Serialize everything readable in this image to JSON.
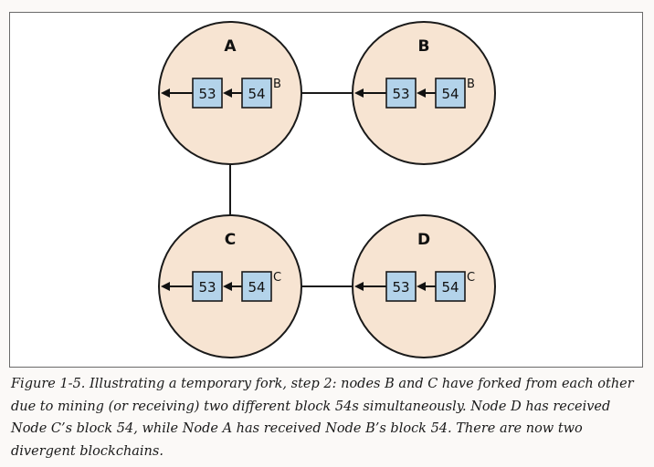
{
  "nodes": [
    {
      "id": "A",
      "name": "A",
      "blocks": [
        "53",
        "54"
      ],
      "tip_label": "B"
    },
    {
      "id": "B",
      "name": "B",
      "blocks": [
        "53",
        "54"
      ],
      "tip_label": "B"
    },
    {
      "id": "C",
      "name": "C",
      "blocks": [
        "53",
        "54"
      ],
      "tip_label": "C"
    },
    {
      "id": "D",
      "name": "D",
      "blocks": [
        "53",
        "54"
      ],
      "tip_label": "C"
    }
  ],
  "connections": [
    [
      "A",
      "B"
    ],
    [
      "A",
      "C"
    ],
    [
      "C",
      "D"
    ]
  ],
  "caption": "Figure 1-5. Illustrating a temporary fork, step 2: nodes B and C have forked from each other due to mining (or receiving) two different block 54s simultaneously. Node D has received Node C’s block 54, while Node A has received Node B’s block 54. There are now two divergent blockchains.",
  "colors": {
    "node_fill": "#f7e4d2",
    "node_stroke": "#1a1a1a",
    "block_fill": "#b3d3ea",
    "block_stroke": "#1a1a1a",
    "caption_text": "#1a1a1a"
  }
}
